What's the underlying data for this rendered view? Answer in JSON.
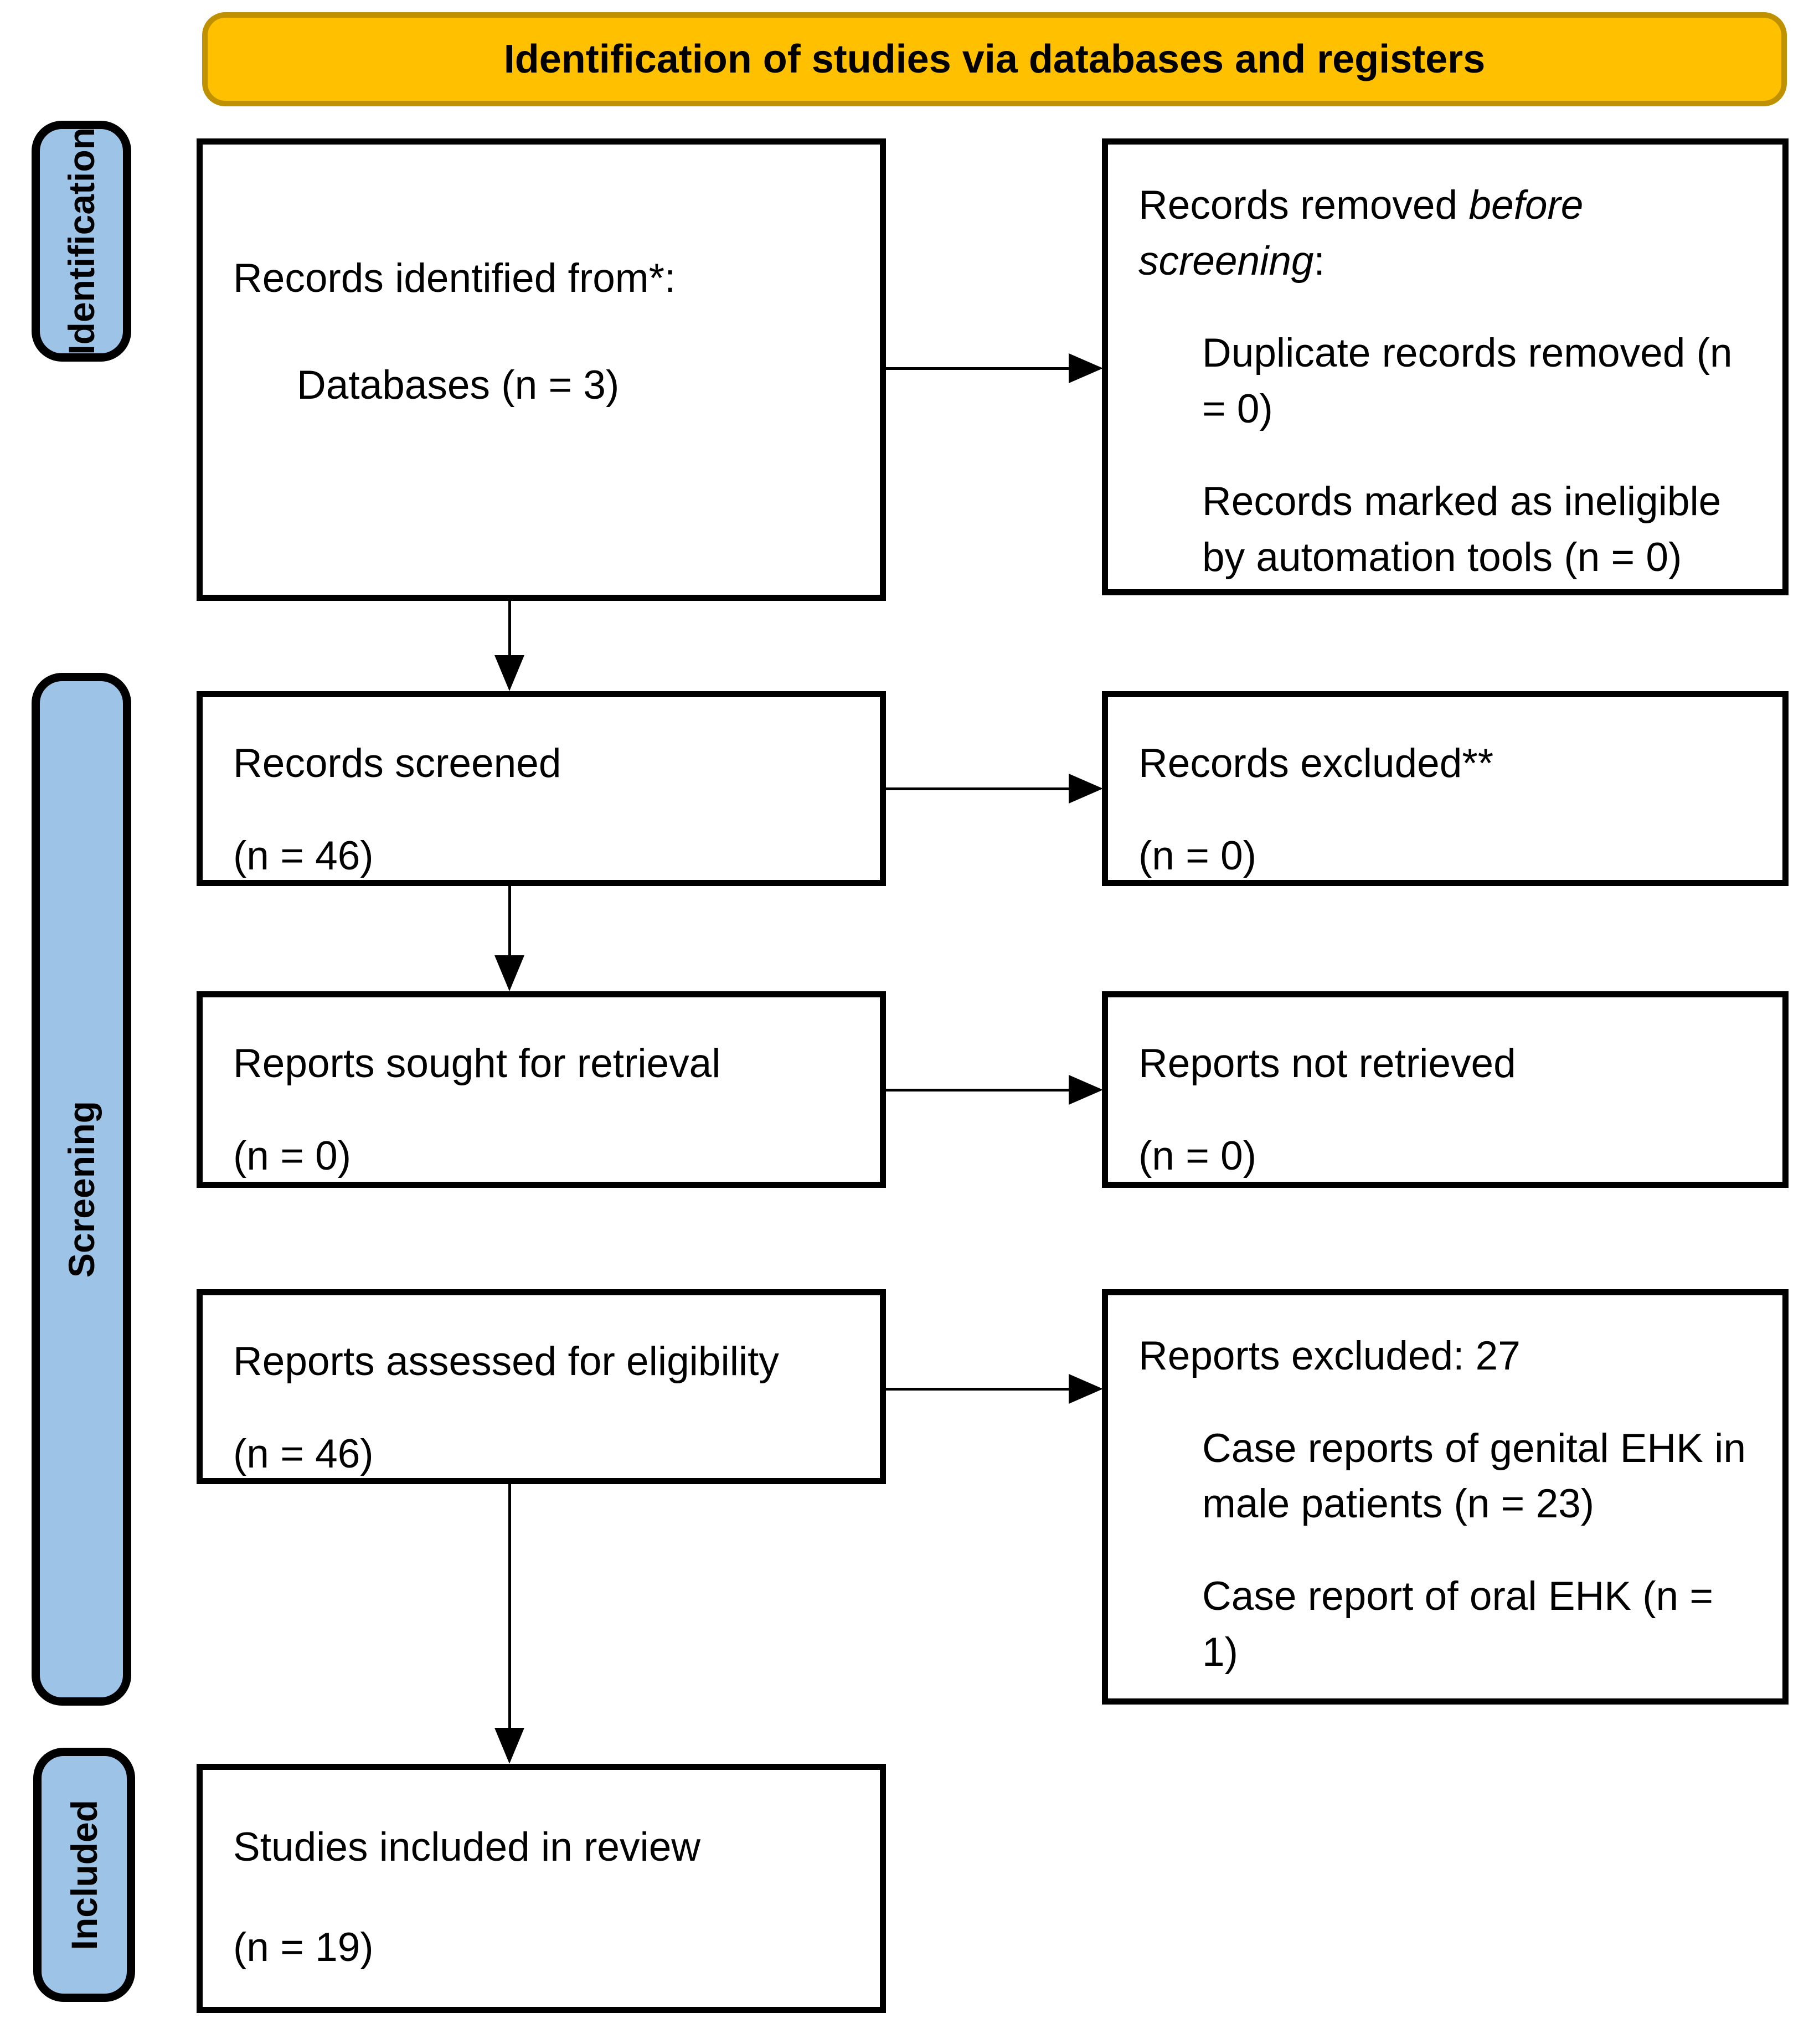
{
  "header": {
    "title": "Identification of studies via databases and registers"
  },
  "colors": {
    "banner_fill": "#FFC000",
    "banner_border": "#BF9000",
    "stage_label_fill": "#9DC3E6",
    "box_border": "#000000",
    "text": "#000000"
  },
  "stages": [
    {
      "label": "Identification"
    },
    {
      "label": "Screening"
    },
    {
      "label": "Included"
    }
  ],
  "boxes": {
    "records_identified": {
      "title": "Records identified from*:",
      "items": [
        "Databases (n = 3)"
      ]
    },
    "records_removed": {
      "title_prefix": "Records removed ",
      "title_italic": "before screening",
      "title_suffix": ":",
      "items": [
        "Duplicate records removed (n = 0)",
        "Records marked as ineligible by automation tools (n = 0)"
      ]
    },
    "records_screened": {
      "title": "Records screened",
      "count": "(n = 46)"
    },
    "records_excluded": {
      "title": "Records excluded**",
      "count": "(n = 0)"
    },
    "reports_sought": {
      "title": "Reports sought for retrieval",
      "count": "(n = 0)"
    },
    "reports_not_retrieved": {
      "title": "Reports not retrieved",
      "count": "(n = 0)"
    },
    "reports_assessed": {
      "title": "Reports assessed for eligibility",
      "count": "(n = 46)"
    },
    "reports_excluded": {
      "title": "Reports excluded: 27",
      "items": [
        "Case reports of genital EHK in male patients (n = 23)",
        "Case report of oral EHK (n = 1)"
      ]
    },
    "studies_included": {
      "title": "Studies included in review",
      "count": "(n = 19)"
    }
  }
}
